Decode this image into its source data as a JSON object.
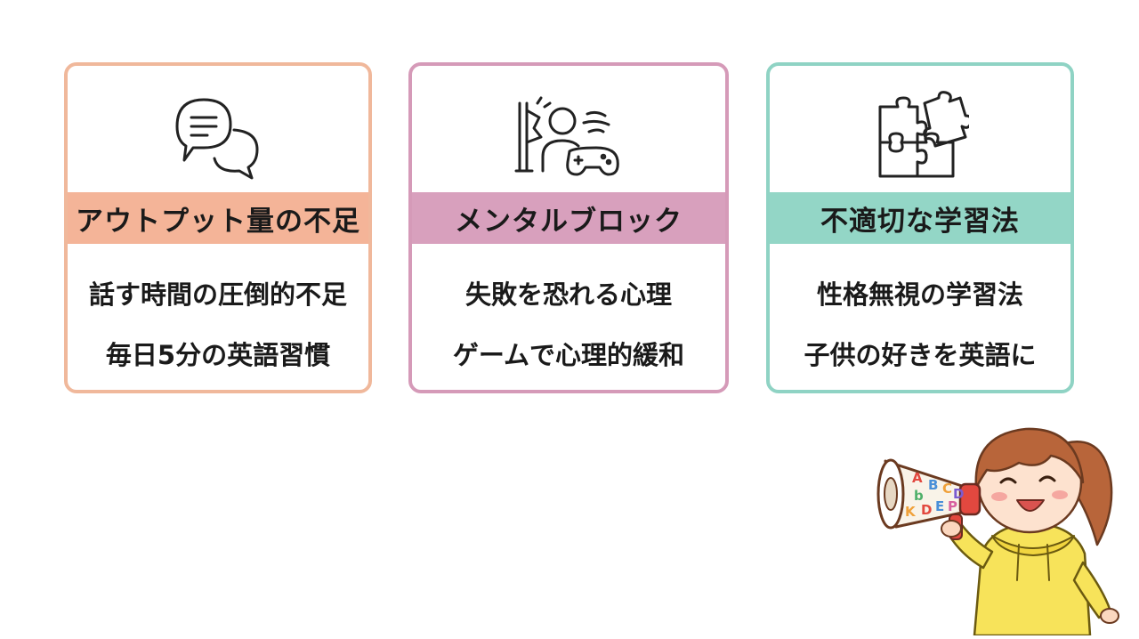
{
  "cards": [
    {
      "icon": "chat-bubbles-icon",
      "title": "アウトプット量の不足",
      "line1": "話す時間の圧倒的不足",
      "line2": "毎日5分の英語習慣",
      "accent": "#f4b498"
    },
    {
      "icon": "person-wall-gamepad-icon",
      "title": "メンタルブロック",
      "line1": "失敗を恐れる心理",
      "line2": "ゲームで心理的緩和",
      "accent": "#d8a0bd"
    },
    {
      "icon": "puzzle-pieces-icon",
      "title": "不適切な学習法",
      "line1": "性格無視の学習法",
      "line2": "子供の好きを英語に",
      "accent": "#93d6c6"
    }
  ],
  "mascot": {
    "icon": "girl-with-megaphone-icon",
    "megaphone_letters": [
      "A",
      "B",
      "C",
      "D",
      "b",
      "K",
      "D",
      "E",
      "P"
    ]
  }
}
